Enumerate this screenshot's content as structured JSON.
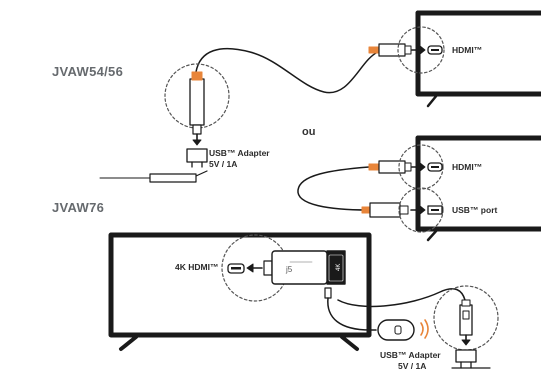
{
  "models": {
    "top": "JVAW54/56",
    "bottom": "JVAW76"
  },
  "separator": "ou",
  "labels": {
    "hdmi": "HDMI™",
    "usb_port": "USB™ port",
    "hdmi_4k": "4K HDMI™",
    "usb_adapter": "USB™ Adapter",
    "adapter_rating": "5V / 1A"
  },
  "device": {
    "brand": "j5",
    "badge": "4K"
  },
  "colors": {
    "line": "#1a1a1a",
    "accent": "#e8853a",
    "wifi": "#e8853a",
    "dashed": "#555555",
    "model_text": "#666a6e"
  }
}
